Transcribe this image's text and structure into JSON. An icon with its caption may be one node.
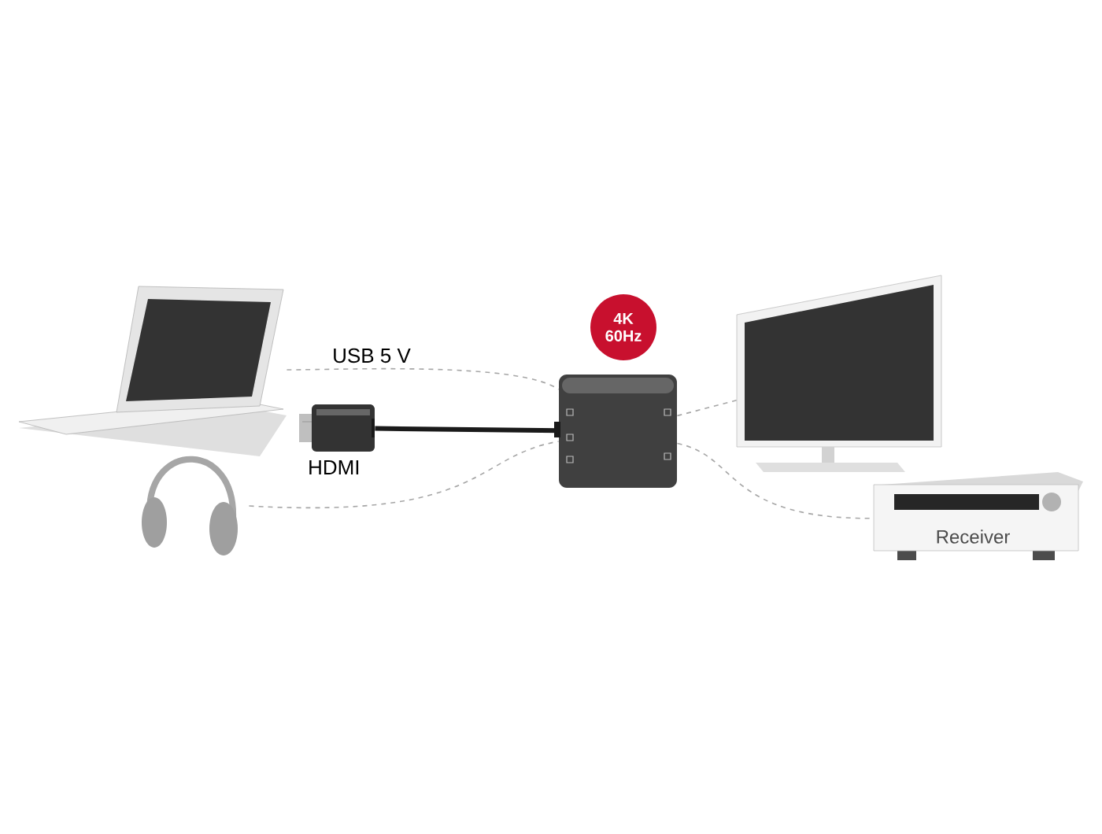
{
  "diagram": {
    "nodes": [
      {
        "text": [],
        "shape": "picture"
      },
      {
        "text": [],
        "shape": "picture"
      },
      {
        "text": [],
        "shape": "picture",
        "beside": [
          "HDMI"
        ]
      },
      {
        "text": [],
        "shape": "picture"
      },
      {
        "text": [
          "4K 60Hz"
        ]
      },
      {
        "text": [],
        "shape": "picture"
      },
      {
        "text": [
          "Receiver"
        ]
      }
    ],
    "edges": [
      {
        "from": 0,
        "to": 3,
        "arrow": "none",
        "style": "dashed",
        "label": "USB 5 V"
      },
      {
        "from": 1,
        "to": 3,
        "arrow": "none",
        "style": "dashed"
      },
      {
        "from": 2,
        "to": 3,
        "arrow": "none",
        "style": "thick",
        "color": "#1a1a1a"
      },
      {
        "from": 3,
        "to": 5,
        "arrow": "none",
        "style": "dashed"
      },
      {
        "from": 3,
        "to": 6,
        "arrow": "none",
        "style": "dashed"
      }
    ]
  }
}
